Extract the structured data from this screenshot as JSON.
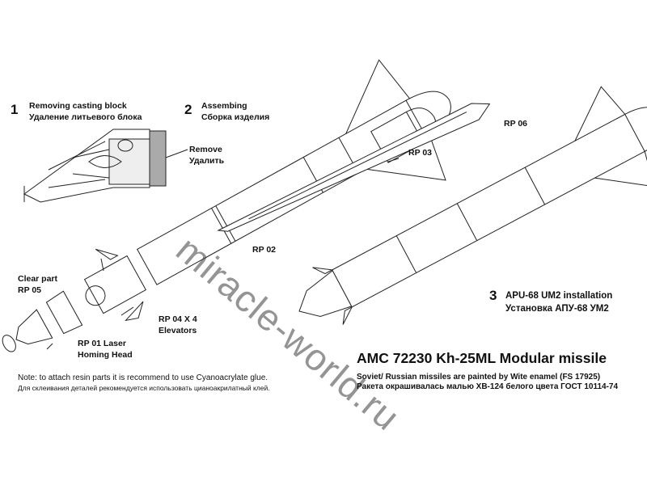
{
  "step1": {
    "number": "1",
    "title_en": "Removing casting block",
    "title_ru": "Удаление литьевого блока",
    "remove_en": "Remove",
    "remove_ru": "Удалить"
  },
  "step2": {
    "number": "2",
    "title_en": "Assembing",
    "title_ru": "Сборка изделия"
  },
  "step3": {
    "number": "3",
    "title_en": "APU-68 UM2 installation",
    "title_ru": "Установка АПУ-68 УМ2"
  },
  "parts": {
    "rp03": "RP 03",
    "rp06": "RP 06",
    "rp02": "RP 02",
    "clear_part": "Clear part",
    "rp05": "RP 05",
    "rp04": "RP 04 X 4",
    "elevators": "Elevators",
    "rp01": "RP 01 Laser",
    "homing_head": "Homing Head"
  },
  "title": "AMC 72230 Kh-25ML Modular missile",
  "paint": {
    "en": "Soviet/ Russian missiles are painted by Wite enamel  (FS 17925)",
    "ru": "Ракета окрашивалась малью ХВ-124 белого цвета ГОСТ 10114-74"
  },
  "note": {
    "en": "Note: to attach resin parts it is recommend to use Cyanoacrylate glue.",
    "ru": "Для склеивания деталей рекомендуется использовать цианоакрилатный клей."
  },
  "watermark": "miracle-world.ru"
}
